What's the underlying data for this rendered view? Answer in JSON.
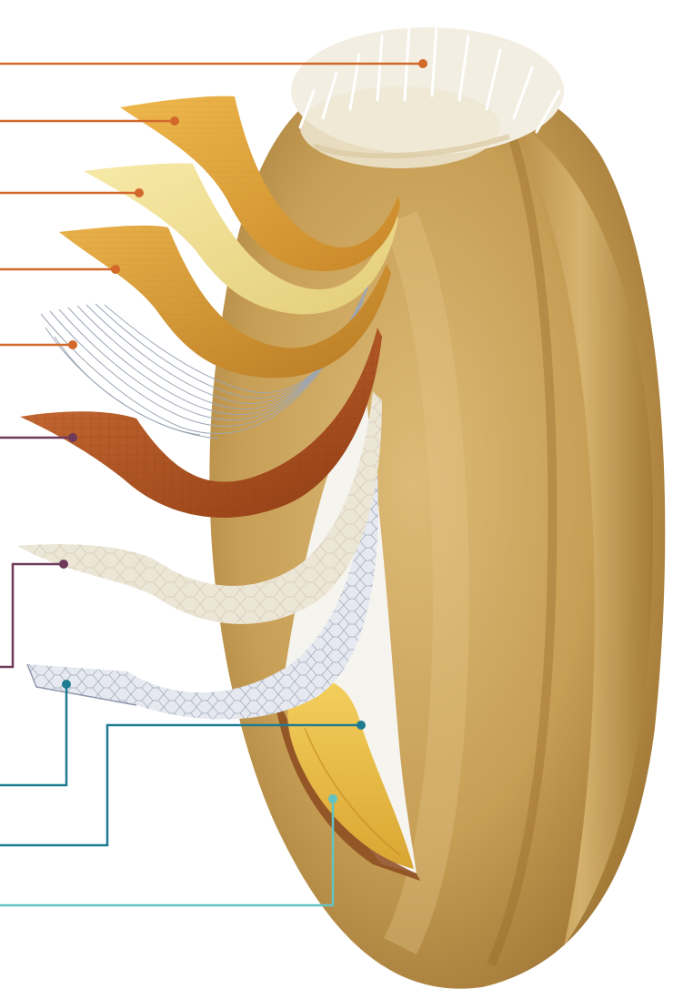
{
  "diagram": {
    "subject": "wheat-kernel",
    "colors": {
      "brush": "#f1ece0",
      "kernel_light": "#d6b36e",
      "kernel_mid": "#c49a4e",
      "kernel_dark": "#9c7332",
      "leader_orange": "#d2692b",
      "leader_purple": "#6e3a5a",
      "leader_blue": "#1f7b92",
      "leader_teal": "#63c3c3",
      "layer_outer": "#e3a73a",
      "layer_pale": "#f2e196",
      "layer_gold": "#dfa041",
      "layer_hair": "#9ca6b4",
      "layer_rust": "#b8531e",
      "layer_cream": "#ece6d6",
      "layer_grey": "#e6e9f0",
      "endosperm": "#f6f4ee",
      "germ": "#f0c64a"
    },
    "callouts": [
      {
        "id": "brush-hairs",
        "color": "#d2692b"
      },
      {
        "id": "outer-layer-1",
        "color": "#d2692b"
      },
      {
        "id": "outer-layer-2",
        "color": "#d2692b"
      },
      {
        "id": "outer-layer-3",
        "color": "#d2692b"
      },
      {
        "id": "tube-cells",
        "color": "#d2692b"
      },
      {
        "id": "seed-coat",
        "color": "#6e3a5a"
      },
      {
        "id": "nucellar-layer",
        "color": "#6e3a5a"
      },
      {
        "id": "aleurone-layer",
        "color": "#1f7b92"
      },
      {
        "id": "endosperm",
        "color": "#1f7b92"
      },
      {
        "id": "germ",
        "color": "#63c3c3"
      }
    ]
  }
}
